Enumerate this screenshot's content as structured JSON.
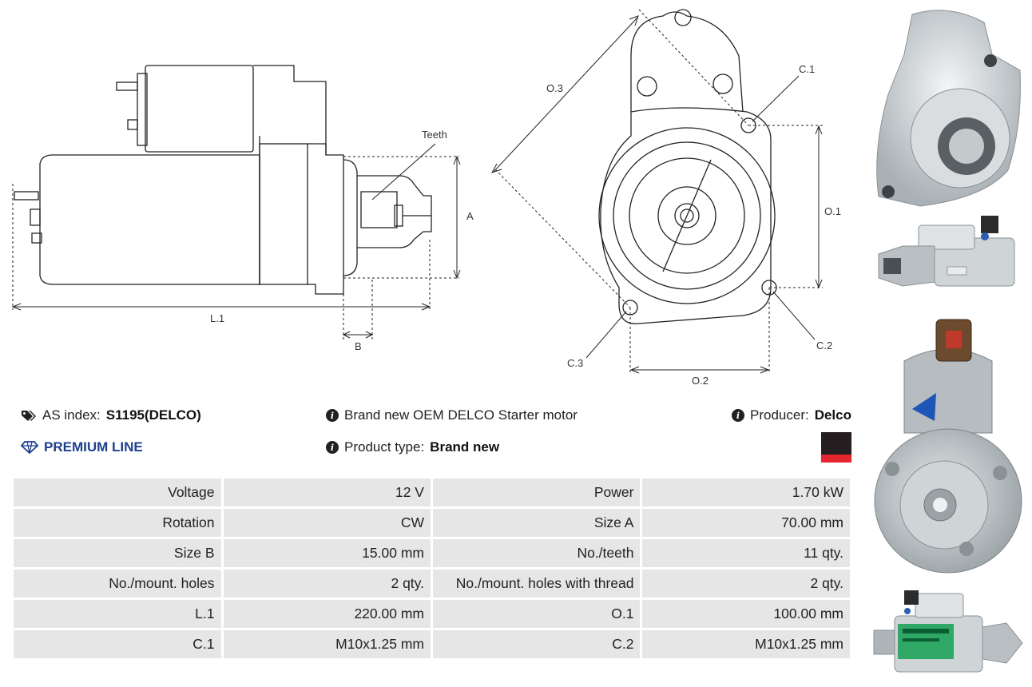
{
  "drawing": {
    "labels": {
      "teeth": "Teeth",
      "a": "A",
      "b": "B",
      "l1": "L.1",
      "o3": "O.3",
      "c1": "C.1",
      "o1": "O.1",
      "c2": "C.2",
      "c3": "C.3",
      "o2": "O.2"
    }
  },
  "info": {
    "as_index_label": "AS index:",
    "as_index_value": "S1195(DELCO)",
    "premium": "PREMIUM LINE",
    "description": "Brand new OEM DELCO Starter motor",
    "product_type_label": "Product type:",
    "product_type_value": "Brand new",
    "producer_label": "Producer:",
    "producer_value": "Delco"
  },
  "colors": {
    "premium": "#1c3f95",
    "flag_top": "#241e20",
    "flag_bottom": "#e3262f"
  },
  "specs": [
    [
      "Voltage",
      "12 V",
      "Power",
      "1.70 kW"
    ],
    [
      "Rotation",
      "CW",
      "Size A",
      "70.00 mm"
    ],
    [
      "Size B",
      "15.00 mm",
      "No./teeth",
      "11 qty."
    ],
    [
      "No./mount. holes",
      "2 qty.",
      "No./mount. holes with thread",
      "2 qty."
    ],
    [
      "L.1",
      "220.00 mm",
      "O.1",
      "100.00 mm"
    ],
    [
      "C.1",
      "M10x1.25 mm",
      "C.2",
      "M10x1.25 mm"
    ]
  ]
}
